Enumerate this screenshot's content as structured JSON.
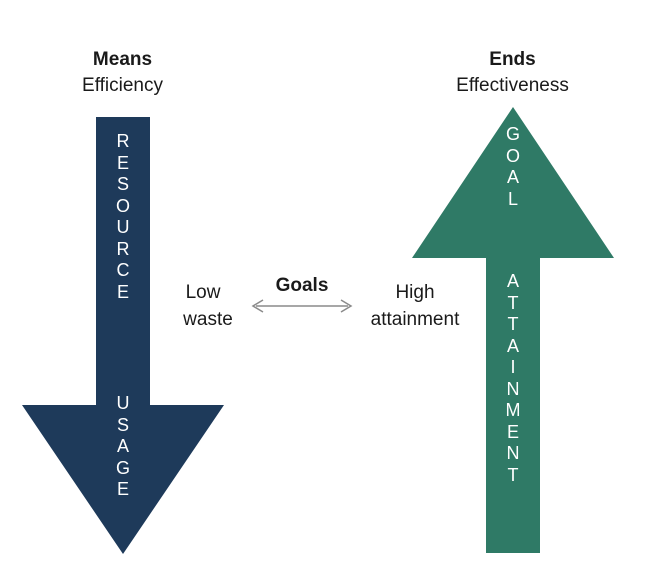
{
  "left_arrow": {
    "heading": "Means",
    "subheading": "Efficiency",
    "word1": "RESOURCE",
    "word2": "USAGE",
    "color": "#1e3a5a"
  },
  "right_arrow": {
    "heading": "Ends",
    "subheading": "Effectiveness",
    "word1": "GOAL",
    "word2": "ATTAINMENT",
    "color": "#2f7a66"
  },
  "middle": {
    "left_label_line1": "Low",
    "left_label_line2": "waste",
    "center_label": "Goals",
    "right_label_line1": "High",
    "right_label_line2": "attainment",
    "connector_color": "#8a8a8a"
  }
}
